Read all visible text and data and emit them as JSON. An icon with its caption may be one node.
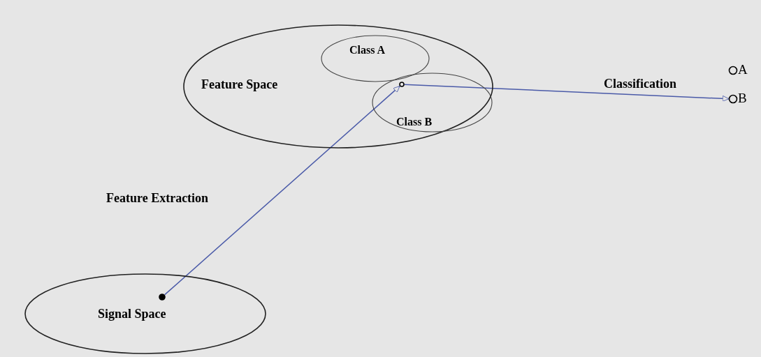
{
  "diagram": {
    "nodes": [
      {
        "text": [
          "Feature Space"
        ]
      },
      {
        "text": [
          "Class A"
        ],
        "in": 0
      },
      {
        "text": [
          "Class B"
        ],
        "in": 0
      },
      {
        "text": [],
        "shape": "circle",
        "in": 2
      },
      {
        "text": [
          "Signal Space"
        ]
      },
      {
        "text": [],
        "shape": "circle",
        "in": 4
      },
      {
        "text": [
          "A"
        ]
      },
      {
        "text": [
          "B"
        ]
      }
    ],
    "edges": [
      {
        "from": 5,
        "to": 3,
        "arrow": "to",
        "label": "Feature Extraction"
      },
      {
        "from": 3,
        "to": 7,
        "arrow": "to",
        "label": "Classification"
      }
    ]
  }
}
